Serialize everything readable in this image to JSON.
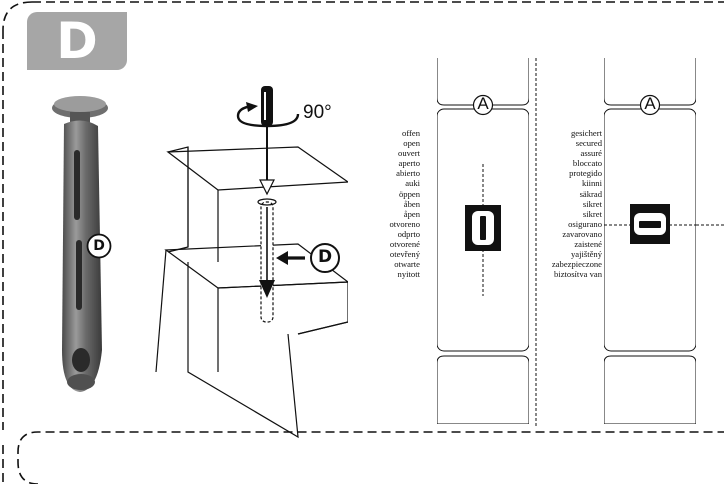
{
  "step_badge": {
    "letter": "D"
  },
  "part_label": "D",
  "tool_rotation": "90°",
  "slot_label": "D",
  "panels": {
    "open": {
      "marker": "A",
      "words": [
        "offen",
        "open",
        "ouvert",
        "aperto",
        "abierto",
        "auki",
        "öppen",
        "åben",
        "åpen",
        "otvoreno",
        "odprto",
        "otvorené",
        "otevřený",
        "otwarte",
        "nyitott"
      ]
    },
    "secured": {
      "marker": "A",
      "words": [
        "gesichert",
        "secured",
        "assuré",
        "bloccato",
        "protegido",
        "kiinni",
        "säkrad",
        "sikret",
        "sikret",
        "osigurano",
        "zavarovano",
        "zaistené",
        "yajištěný",
        "zabezpieczone",
        "biztosítva van"
      ]
    }
  },
  "colors": {
    "badge": "#a6a6a6",
    "ink": "#111111"
  }
}
